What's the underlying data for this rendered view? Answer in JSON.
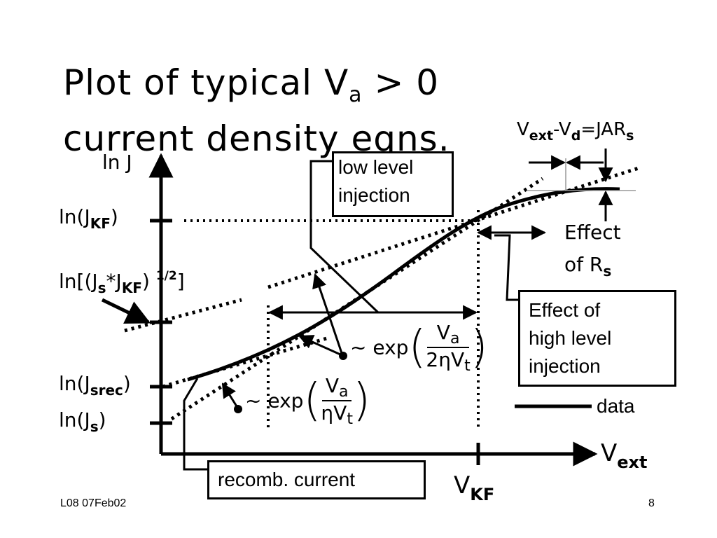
{
  "title": {
    "line1_main": "Plot of typical V",
    "line1_sub": "a",
    "line1_tail": " > 0",
    "line2": "current density eqns."
  },
  "axes": {
    "y_label": "ln J",
    "x_label_main": "V",
    "x_label_sub": "ext",
    "vkf_main": "V",
    "vkf_sub": "KF"
  },
  "y_ticks": {
    "jkf": {
      "pre": "ln(J",
      "sub": "KF",
      "post": ")"
    },
    "geo": {
      "pre": "ln[(J",
      "sub1": "s",
      "mid": "*J",
      "sub2": "KF",
      "close": ")",
      "sup": "1/2",
      "post": "]"
    },
    "jsrec": {
      "pre": "ln(J",
      "sub": "srec",
      "post": ")"
    },
    "js": {
      "pre": "ln(J",
      "sub": "s",
      "post": ")"
    }
  },
  "annotations": {
    "low_level": [
      "low level",
      "injection"
    ],
    "effect_rs": {
      "line1": "Effect",
      "line2_main": "of R",
      "line2_sub": "s"
    },
    "high_level": [
      "Effect of",
      "high level",
      "injection"
    ],
    "legend_data": "data",
    "recomb": "recomb. current",
    "vext_vd": {
      "v1": "V",
      "s1": "ext",
      "mid": "-V",
      "s2": "d",
      "eq": "=JAR",
      "s3": "s"
    }
  },
  "formulas": {
    "exp1": {
      "pre": "~ exp",
      "num_main": "V",
      "num_sub": "a",
      "den_main": "2ηV",
      "den_sub": "t"
    },
    "exp2": {
      "pre": "~ exp",
      "num_main": "V",
      "num_sub": "a",
      "den_main": "ηV",
      "den_sub": "t"
    }
  },
  "footer": {
    "left": "L08 07Feb02",
    "right": "8"
  }
}
